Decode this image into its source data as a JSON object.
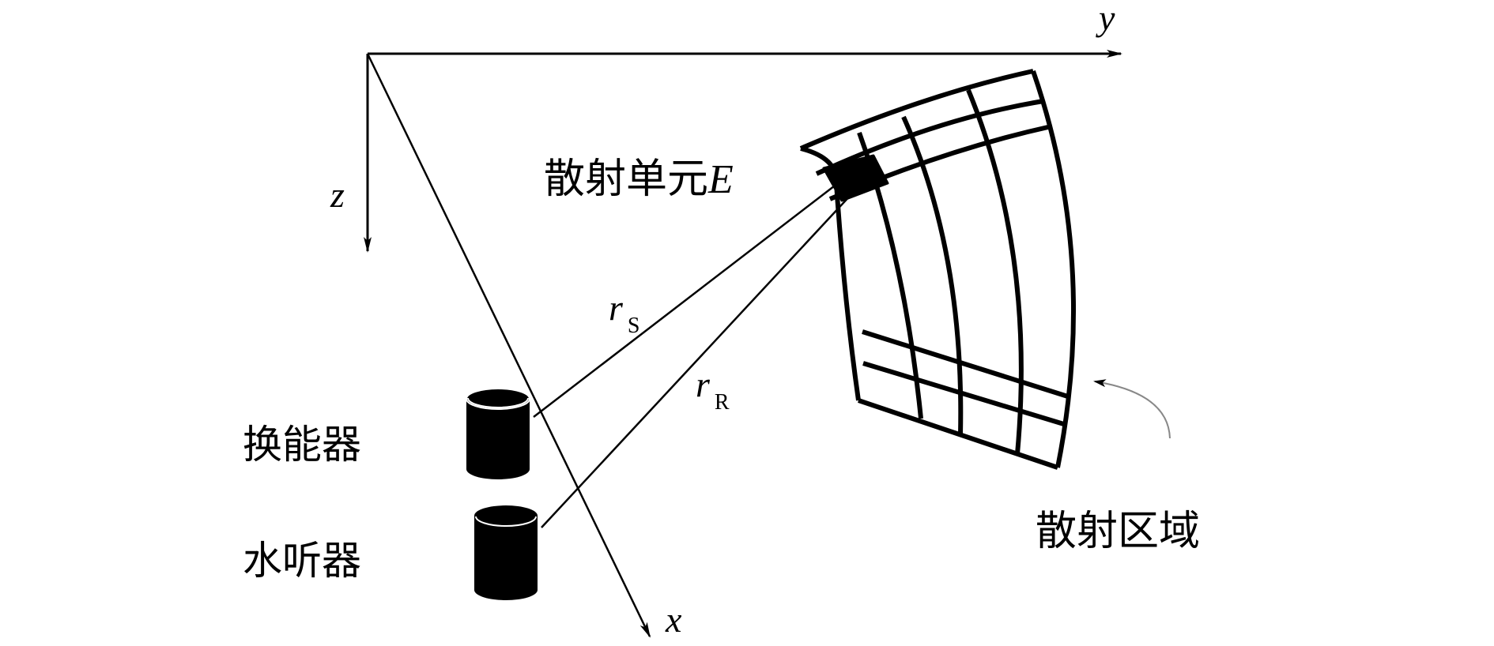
{
  "axes": {
    "x_label": "x",
    "y_label": "y",
    "z_label": "z"
  },
  "labels": {
    "scatter_unit": "散射单元",
    "scatter_unit_symbol": "E",
    "transducer": "换能器",
    "hydrophone": "水听器",
    "scatter_region": "散射区域",
    "r_source": "r",
    "r_source_sub": "S",
    "r_receiver": "r",
    "r_receiver_sub": "R"
  },
  "colors": {
    "ink": "#000000",
    "background": "#ffffff",
    "pointer_arrow": "#888888"
  }
}
